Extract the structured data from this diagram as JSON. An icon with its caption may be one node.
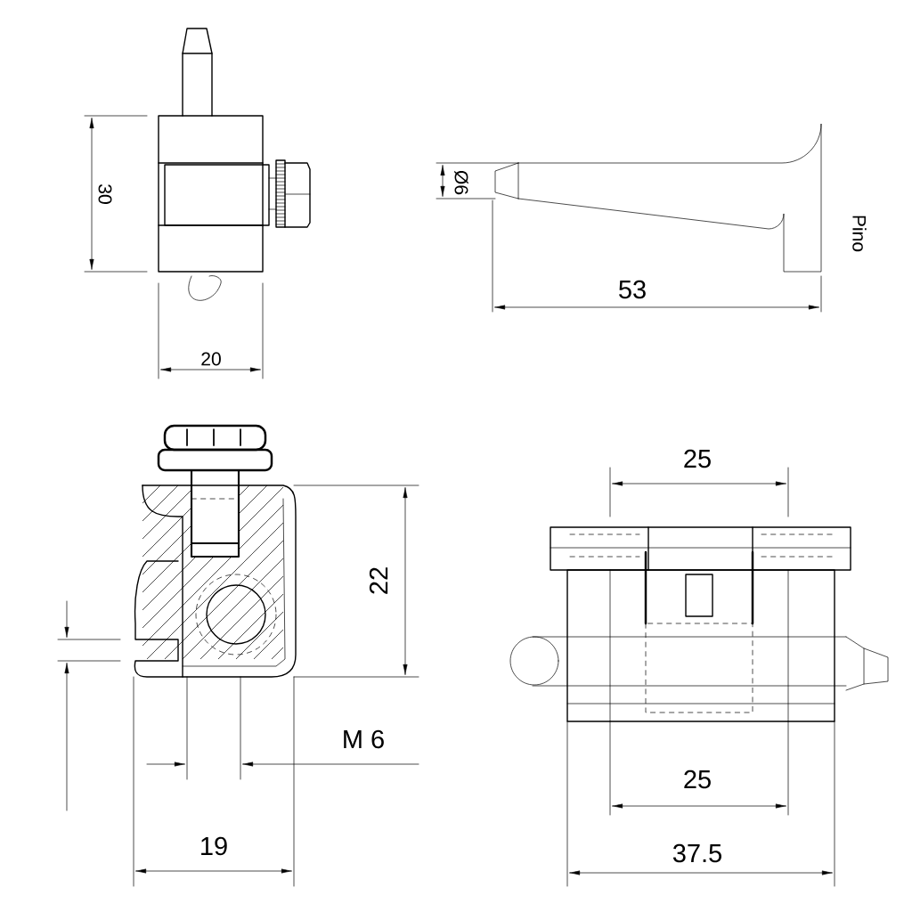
{
  "diagram": {
    "labels": [
      "30",
      "Ø6",
      "Pino",
      "53",
      "20",
      "25",
      "22",
      "M 6",
      "25",
      "19",
      "37.5"
    ]
  }
}
